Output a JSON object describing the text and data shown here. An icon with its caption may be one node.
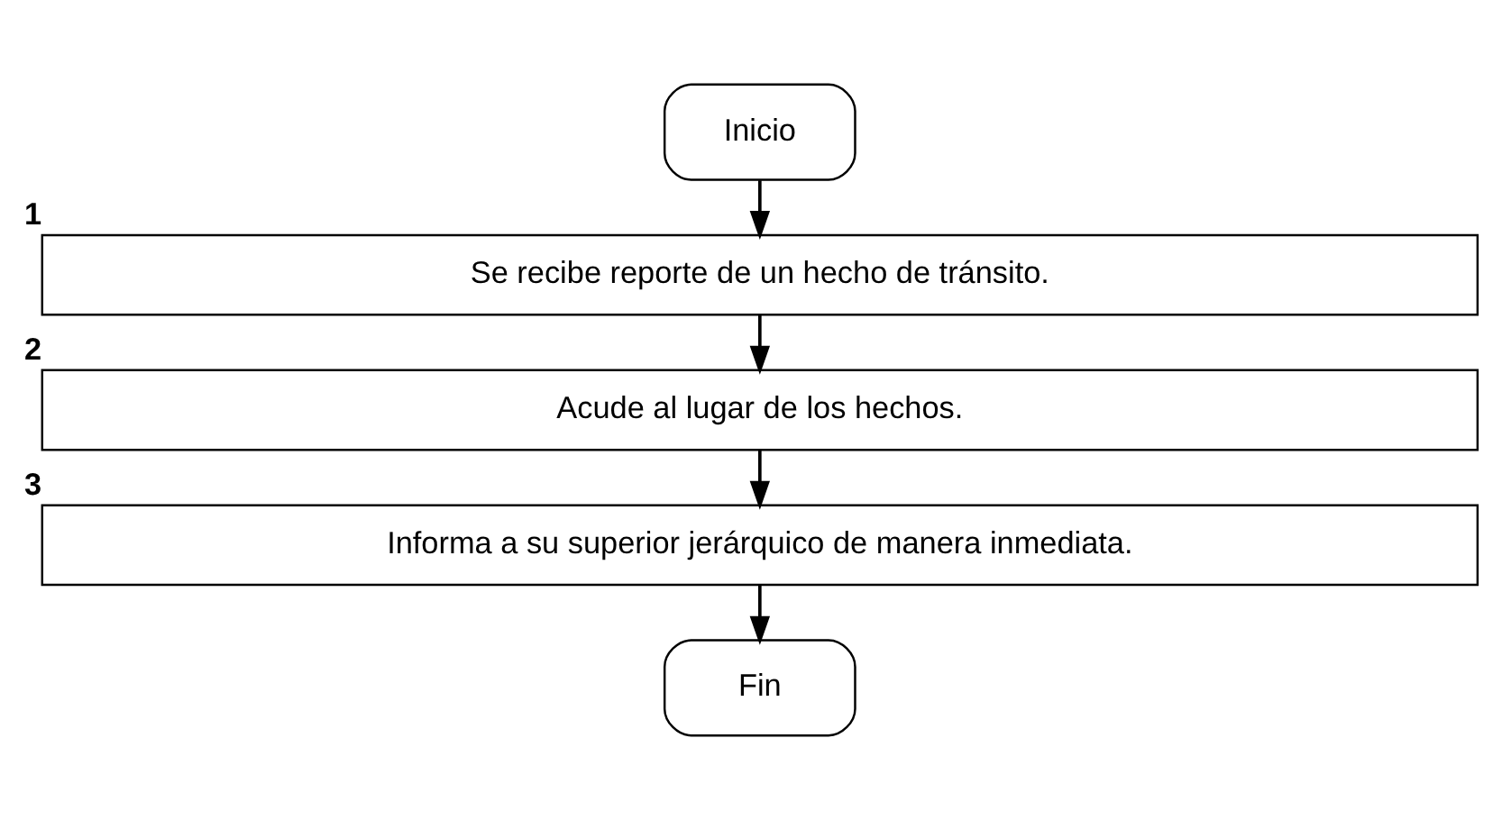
{
  "diagram": {
    "nodes": [
      {
        "text": [
          "Inicio"
        ]
      },
      {
        "text": [
          "Se recibe reporte de un hecho de tránsito."
        ],
        "beside": [
          "1"
        ]
      },
      {
        "text": [
          "Acude al lugar de los hechos."
        ],
        "beside": [
          "2"
        ]
      },
      {
        "text": [
          "Informa a su superior jerárquico de manera inmediata."
        ],
        "beside": [
          "3"
        ]
      },
      {
        "text": [
          "Fin"
        ]
      }
    ],
    "edges": [
      {
        "from": 0,
        "to": 1,
        "arrow": "to"
      },
      {
        "from": 1,
        "to": 2,
        "arrow": "to"
      },
      {
        "from": 2,
        "to": 3,
        "arrow": "to"
      },
      {
        "from": 3,
        "to": 4,
        "arrow": "to"
      }
    ]
  }
}
